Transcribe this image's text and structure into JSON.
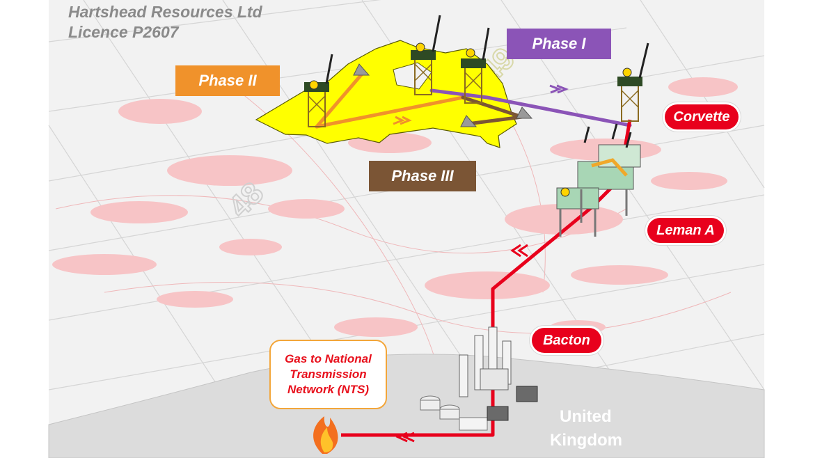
{
  "header": {
    "line1": "Hartshead Resources Ltd",
    "line2": "Licence P2607"
  },
  "phases": [
    {
      "label": "Phase I",
      "color": "#8b54b7"
    },
    {
      "label": "Phase II",
      "color": "#f0922b"
    },
    {
      "label": "Phase III",
      "color": "#7b5535"
    }
  ],
  "locations": [
    {
      "label": "Corvette"
    },
    {
      "label": "Leman A"
    },
    {
      "label": "Bacton"
    }
  ],
  "nts": {
    "lines": [
      "Gas to National",
      "Transmission",
      "Network (NTS)"
    ]
  },
  "landmass": {
    "line1": "United",
    "line2": "Kingdom"
  },
  "map_blocks": [
    "48",
    "49"
  ],
  "colors": {
    "pipeline_red": "#e8001c",
    "licence_yellow": "#ffff00",
    "gas_field_pink": "#f7c4c6",
    "grid_gray": "#d5d5d5",
    "title_gray": "#8a8a8a",
    "nts_border": "#f3a63a"
  },
  "icons": [
    "platform-icon",
    "flame-icon",
    "terminal-icon",
    "arrow-icon"
  ]
}
